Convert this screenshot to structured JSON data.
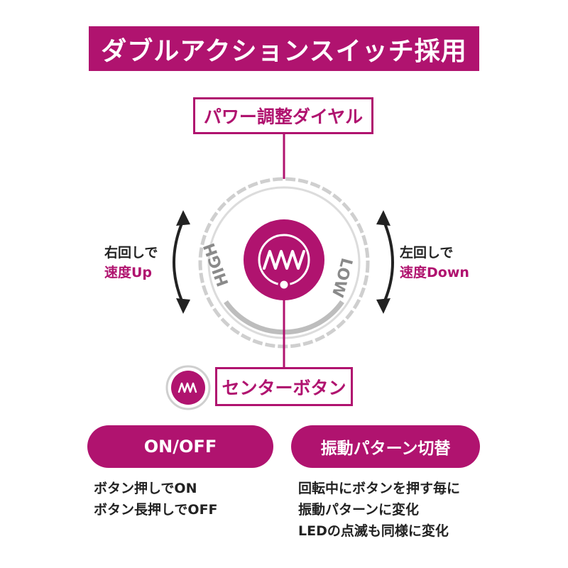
{
  "title": "ダブルアクションスイッチ採用",
  "power_dial_label": "パワー調整ダイヤル",
  "dial_text": {
    "high": "HIGH",
    "low": "LOW"
  },
  "left_note": {
    "line1": "右回しで",
    "line2": "速度Up"
  },
  "right_note": {
    "line1": "左回しで",
    "line2": "速度Down"
  },
  "center_button_label": "センターボタン",
  "onoff": {
    "title": "ON/OFF",
    "lines": [
      "ボタン押しでON",
      "ボタン長押しでOFF"
    ]
  },
  "pattern": {
    "title": "振動パターン切替",
    "lines": [
      "回転中にボタンを押す毎に",
      "振動パターンに変化",
      "LEDの点滅も同様に変化"
    ]
  },
  "icons": {
    "center_button": "vibration-wave-icon",
    "small_button": "vibration-wave-icon",
    "rotate_left": "double-arrow-curved-icon",
    "rotate_right": "double-arrow-curved-icon"
  },
  "colors": {
    "accent": "#b0136f",
    "text": "#222222",
    "dial_outline": "#cccccc"
  }
}
